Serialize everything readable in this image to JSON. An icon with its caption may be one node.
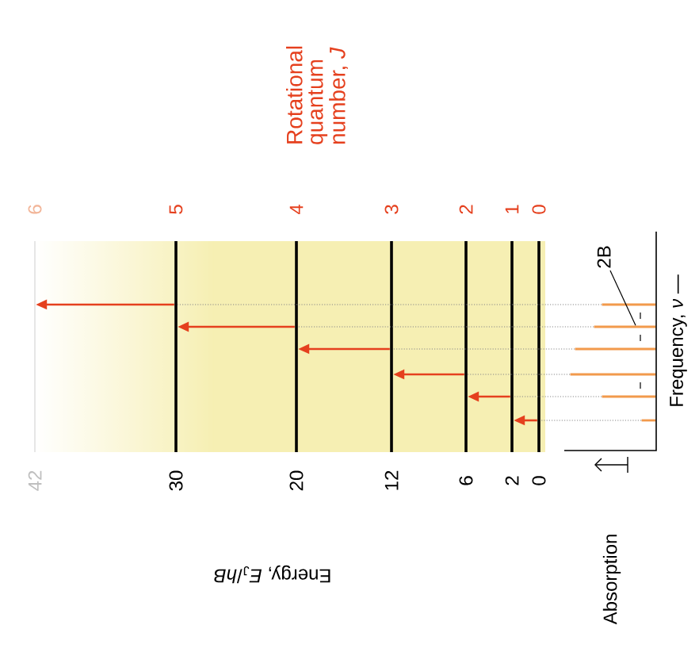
{
  "diagram": {
    "nodes": [
      {
        "text": [
          "0",
          "0"
        ]
      },
      {
        "text": [
          "1",
          "2"
        ]
      },
      {
        "text": [
          "2",
          "6"
        ]
      },
      {
        "text": [
          "3",
          "12"
        ]
      },
      {
        "text": [
          "4",
          "20"
        ]
      },
      {
        "text": [
          "5",
          "30"
        ]
      },
      {
        "text": [
          "6",
          "42"
        ]
      },
      {
        "text": [],
        "shape": "bar"
      },
      {
        "text": [],
        "shape": "bar"
      },
      {
        "text": [],
        "shape": "bar"
      },
      {
        "text": [],
        "shape": "bar"
      },
      {
        "text": [],
        "shape": "bar"
      },
      {
        "text": [],
        "shape": "bar"
      },
      {
        "text": [
          "2B"
        ]
      }
    ],
    "edges": [
      {
        "from": 0,
        "to": 1,
        "arrow": "to"
      },
      {
        "from": 1,
        "to": 2,
        "arrow": "to"
      },
      {
        "from": 2,
        "to": 3,
        "arrow": "to"
      },
      {
        "from": 3,
        "to": 4,
        "arrow": "to"
      },
      {
        "from": 4,
        "to": 5,
        "arrow": "to"
      },
      {
        "from": 5,
        "to": 6,
        "arrow": "to"
      },
      {
        "from": 7,
        "to": 5,
        "arrow": "none",
        "style": "dashed",
        "color": "#888888"
      },
      {
        "from": 8,
        "to": 4,
        "arrow": "none",
        "style": "dashed",
        "color": "#888888"
      },
      {
        "from": 9,
        "to": 3,
        "arrow": "none",
        "style": "dashed",
        "color": "#888888"
      },
      {
        "from": 10,
        "to": 2,
        "arrow": "none",
        "style": "dashed",
        "color": "#888888"
      },
      {
        "from": 11,
        "to": 1,
        "arrow": "none",
        "style": "dashed",
        "color": "#888888"
      },
      {
        "from": 12,
        "to": 0,
        "arrow": "none",
        "style": "dashed",
        "color": "#888888"
      },
      {
        "from": 13,
        "to": 8,
        "arrow": "none",
        "color": "#000000"
      }
    ],
    "labels": [
      "Rotational quantum number, *J*",
      "Frequency, *ν* —",
      "Energy, *E*$_{J}$/*hB*",
      "Absorption"
    ]
  }
}
